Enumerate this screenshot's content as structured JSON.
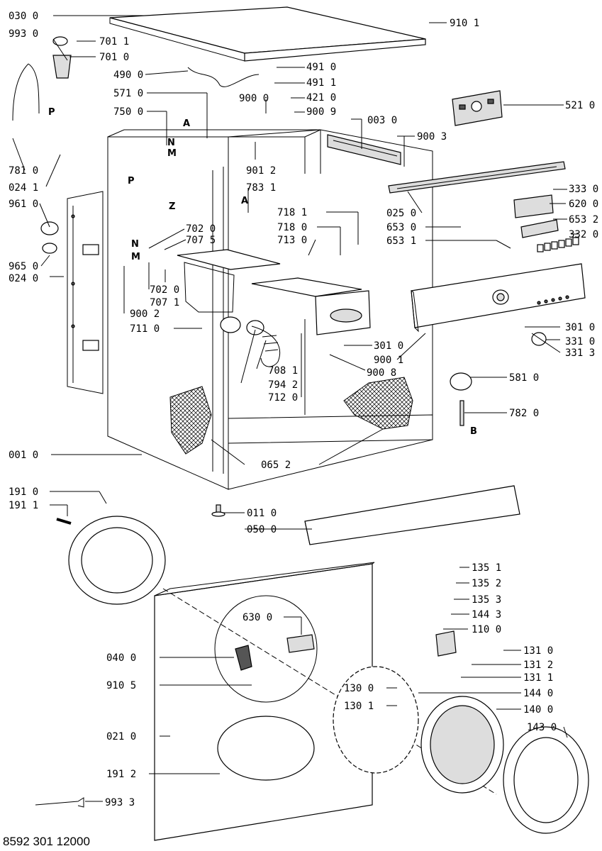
{
  "labels": [
    "030 0",
    "993 0",
    "701 1",
    "701 0",
    "490 0",
    "491 0",
    "491 1",
    "571 0",
    "900 0",
    "421 0",
    "900 9",
    "750 0",
    "003 0",
    "900 3",
    "521 0",
    "910 1",
    "781 0",
    "024 1",
    "901 2",
    "783 1",
    "025 0",
    "333 0",
    "620 0",
    "653 2",
    "961 0",
    "332 0",
    "718 1",
    "718 0",
    "653 0",
    "713 0",
    "653 1",
    "702 0",
    "707 5",
    "965 0",
    "024 0",
    "702 0",
    "707 1",
    "900 2",
    "711 0",
    "301 0",
    "331 0",
    "331 3",
    "301 0",
    "900 1",
    "900 8",
    "708 1",
    "794 2",
    "712 0",
    "581 0",
    "782 0",
    "001 0",
    "065 2",
    "191 0",
    "191 1",
    "011 0",
    "050 0",
    "135 1",
    "135 2",
    "135 3",
    "144 3",
    "630 0",
    "110 0",
    "040 0",
    "131 0",
    "131 2",
    "910 5",
    "131 1",
    "130 0",
    "144 0",
    "130 1",
    "140 0",
    "143 0",
    "021 0",
    "191 2",
    "993 3"
  ],
  "letters": [
    "P",
    "P",
    "A",
    "N",
    "M",
    "Z",
    "A",
    "N",
    "M",
    "B"
  ],
  "footer": "8592 301 12000"
}
